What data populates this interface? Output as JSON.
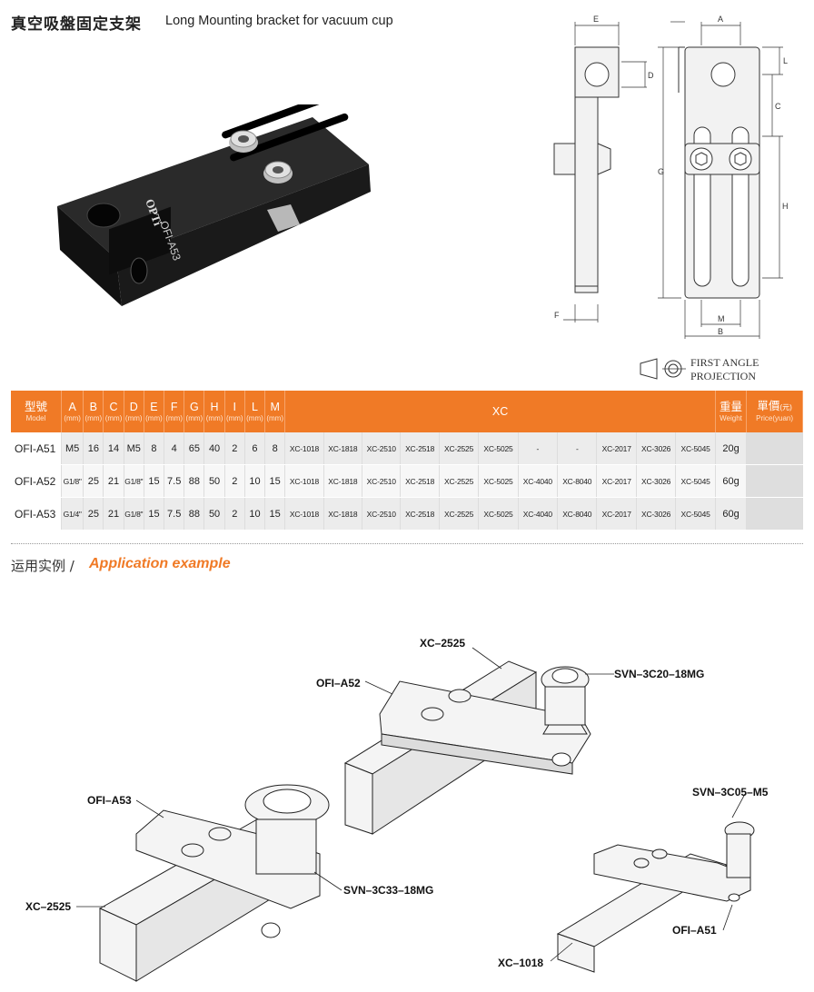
{
  "header": {
    "title_cn": "真空吸盤固定支架",
    "title_en": "Long Mounting bracket for vacuum cup"
  },
  "product_photo": {
    "engraving": "OFI-A53",
    "brand": "OPTi"
  },
  "drawing": {
    "dims": [
      "E",
      "A",
      "D",
      "L",
      "C",
      "G",
      "H",
      "F",
      "M",
      "B"
    ],
    "projection_line1": "FIRST ANGLE",
    "projection_line2": "PROJECTION"
  },
  "table": {
    "header_model_cn": "型號",
    "header_model_en": "Model",
    "columns": [
      "A",
      "B",
      "C",
      "D",
      "E",
      "F",
      "G",
      "H",
      "I",
      "L",
      "M"
    ],
    "unit": "(mm)",
    "header_xc": "XC",
    "header_weight_cn": "重量",
    "header_weight_en": "Weight",
    "header_price_cn": "單價",
    "header_price_unit": "(元)",
    "header_price_en": "Price(yuan)",
    "rows": [
      {
        "model": "OFI-A51",
        "dims": [
          "M5",
          "16",
          "14",
          "M5",
          "8",
          "4",
          "65",
          "40",
          "2",
          "6",
          "8"
        ],
        "xc": [
          "XC-1018",
          "XC-1818",
          "XC-2510",
          "XC-2518",
          "XC-2525",
          "XC-5025",
          "-",
          "-",
          "XC-2017",
          "XC-3026",
          "XC-5045"
        ],
        "weight": "20g"
      },
      {
        "model": "OFI-A52",
        "dims": [
          "G1/8\"",
          "25",
          "21",
          "G1/8\"",
          "15",
          "7.5",
          "88",
          "50",
          "2",
          "10",
          "15"
        ],
        "xc": [
          "XC-1018",
          "XC-1818",
          "XC-2510",
          "XC-2518",
          "XC-2525",
          "XC-5025",
          "XC-4040",
          "XC-8040",
          "XC-2017",
          "XC-3026",
          "XC-5045"
        ],
        "weight": "60g"
      },
      {
        "model": "OFI-A53",
        "dims": [
          "G1/4\"",
          "25",
          "21",
          "G1/8\"",
          "15",
          "7.5",
          "88",
          "50",
          "2",
          "10",
          "15"
        ],
        "xc": [
          "XC-1018",
          "XC-1818",
          "XC-2510",
          "XC-2518",
          "XC-2525",
          "XC-5025",
          "XC-4040",
          "XC-8040",
          "XC-2017",
          "XC-3026",
          "XC-5045"
        ],
        "weight": "60g"
      }
    ]
  },
  "application": {
    "title_cn": "运用实例 /",
    "title_en": "Application example",
    "labels": {
      "xc2525_top": "XC–2525",
      "ofi_a52": "OFI–A52",
      "svn_3c20": "SVN–3C20–18MG",
      "ofi_a53": "OFI–A53",
      "svn_3c05": "SVN–3C05–M5",
      "xc2525_left": "XC–2525",
      "svn_3c33": "SVN–3C33–18MG",
      "ofi_a51": "OFI–A51",
      "xc1018": "XC–1018"
    }
  }
}
